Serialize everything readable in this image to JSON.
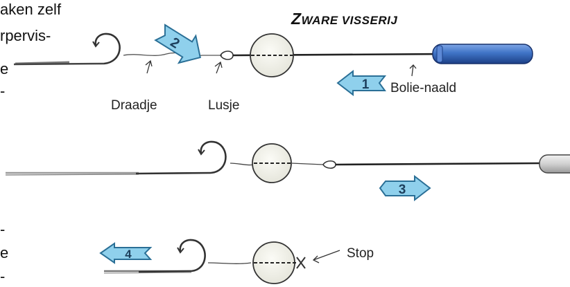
{
  "title": {
    "first": "Z",
    "rest": "WARE VISSERIJ"
  },
  "left_text_lines": [
    "aken  zelf",
    "rpervis-",
    "e",
    "-",
    "-",
    "e",
    "-"
  ],
  "labels": {
    "draadje": "Draadje",
    "lusje": "Lusje",
    "bolie_naald": "Bolie-naald",
    "stop": "Stop"
  },
  "steps": [
    "1",
    "2",
    "3",
    "4"
  ],
  "colors": {
    "arrow_fill": "#8fd0ec",
    "arrow_stroke": "#2a6f96",
    "needle_blue": "#3f74c6",
    "needle_dark": "#1c3f86",
    "ink": "#222222"
  }
}
